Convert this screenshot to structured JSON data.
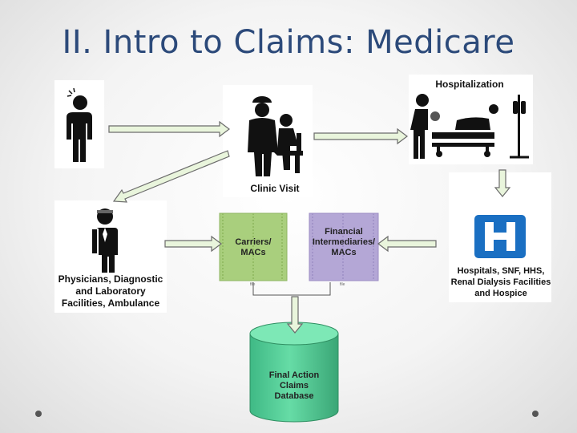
{
  "title": "II.  Intro to Claims: Medicare",
  "nodes": {
    "patient": {
      "icon": "sick-person-icon"
    },
    "clinic_visit": {
      "label": "Clinic Visit",
      "icon": "doctor-patient-icon"
    },
    "hospitalization": {
      "label": "Hospitalization",
      "icon": "hospital-bed-icon"
    },
    "physicians": {
      "lines": [
        "Physicians, Diagnostic",
        "and Laboratory",
        "Facilities, Ambulance"
      ],
      "icon": "physician-icon"
    },
    "hospitals": {
      "lines": [
        "Hospitals, SNF, HHS,",
        "Renal Dialysis Facilities",
        "and Hospice"
      ],
      "icon": "hospital-h-icon",
      "h_color": "#1a6fc2"
    },
    "carriers": {
      "lines": [
        "Carriers/",
        "MACs"
      ],
      "color": "#a9cf7d",
      "tiny": "file"
    },
    "fiscal": {
      "lines": [
        "Financial",
        "Intermediaries/",
        "MACs"
      ],
      "color": "#b4a7d6",
      "tiny": "file"
    },
    "database": {
      "lines": [
        "Final Action",
        "Claims",
        "Database"
      ],
      "color": "#56d39a"
    }
  },
  "colors": {
    "title": "#2c4a7a",
    "arrow_fill": "#e9f5dc",
    "arrow_stroke": "#6c6c6c"
  }
}
